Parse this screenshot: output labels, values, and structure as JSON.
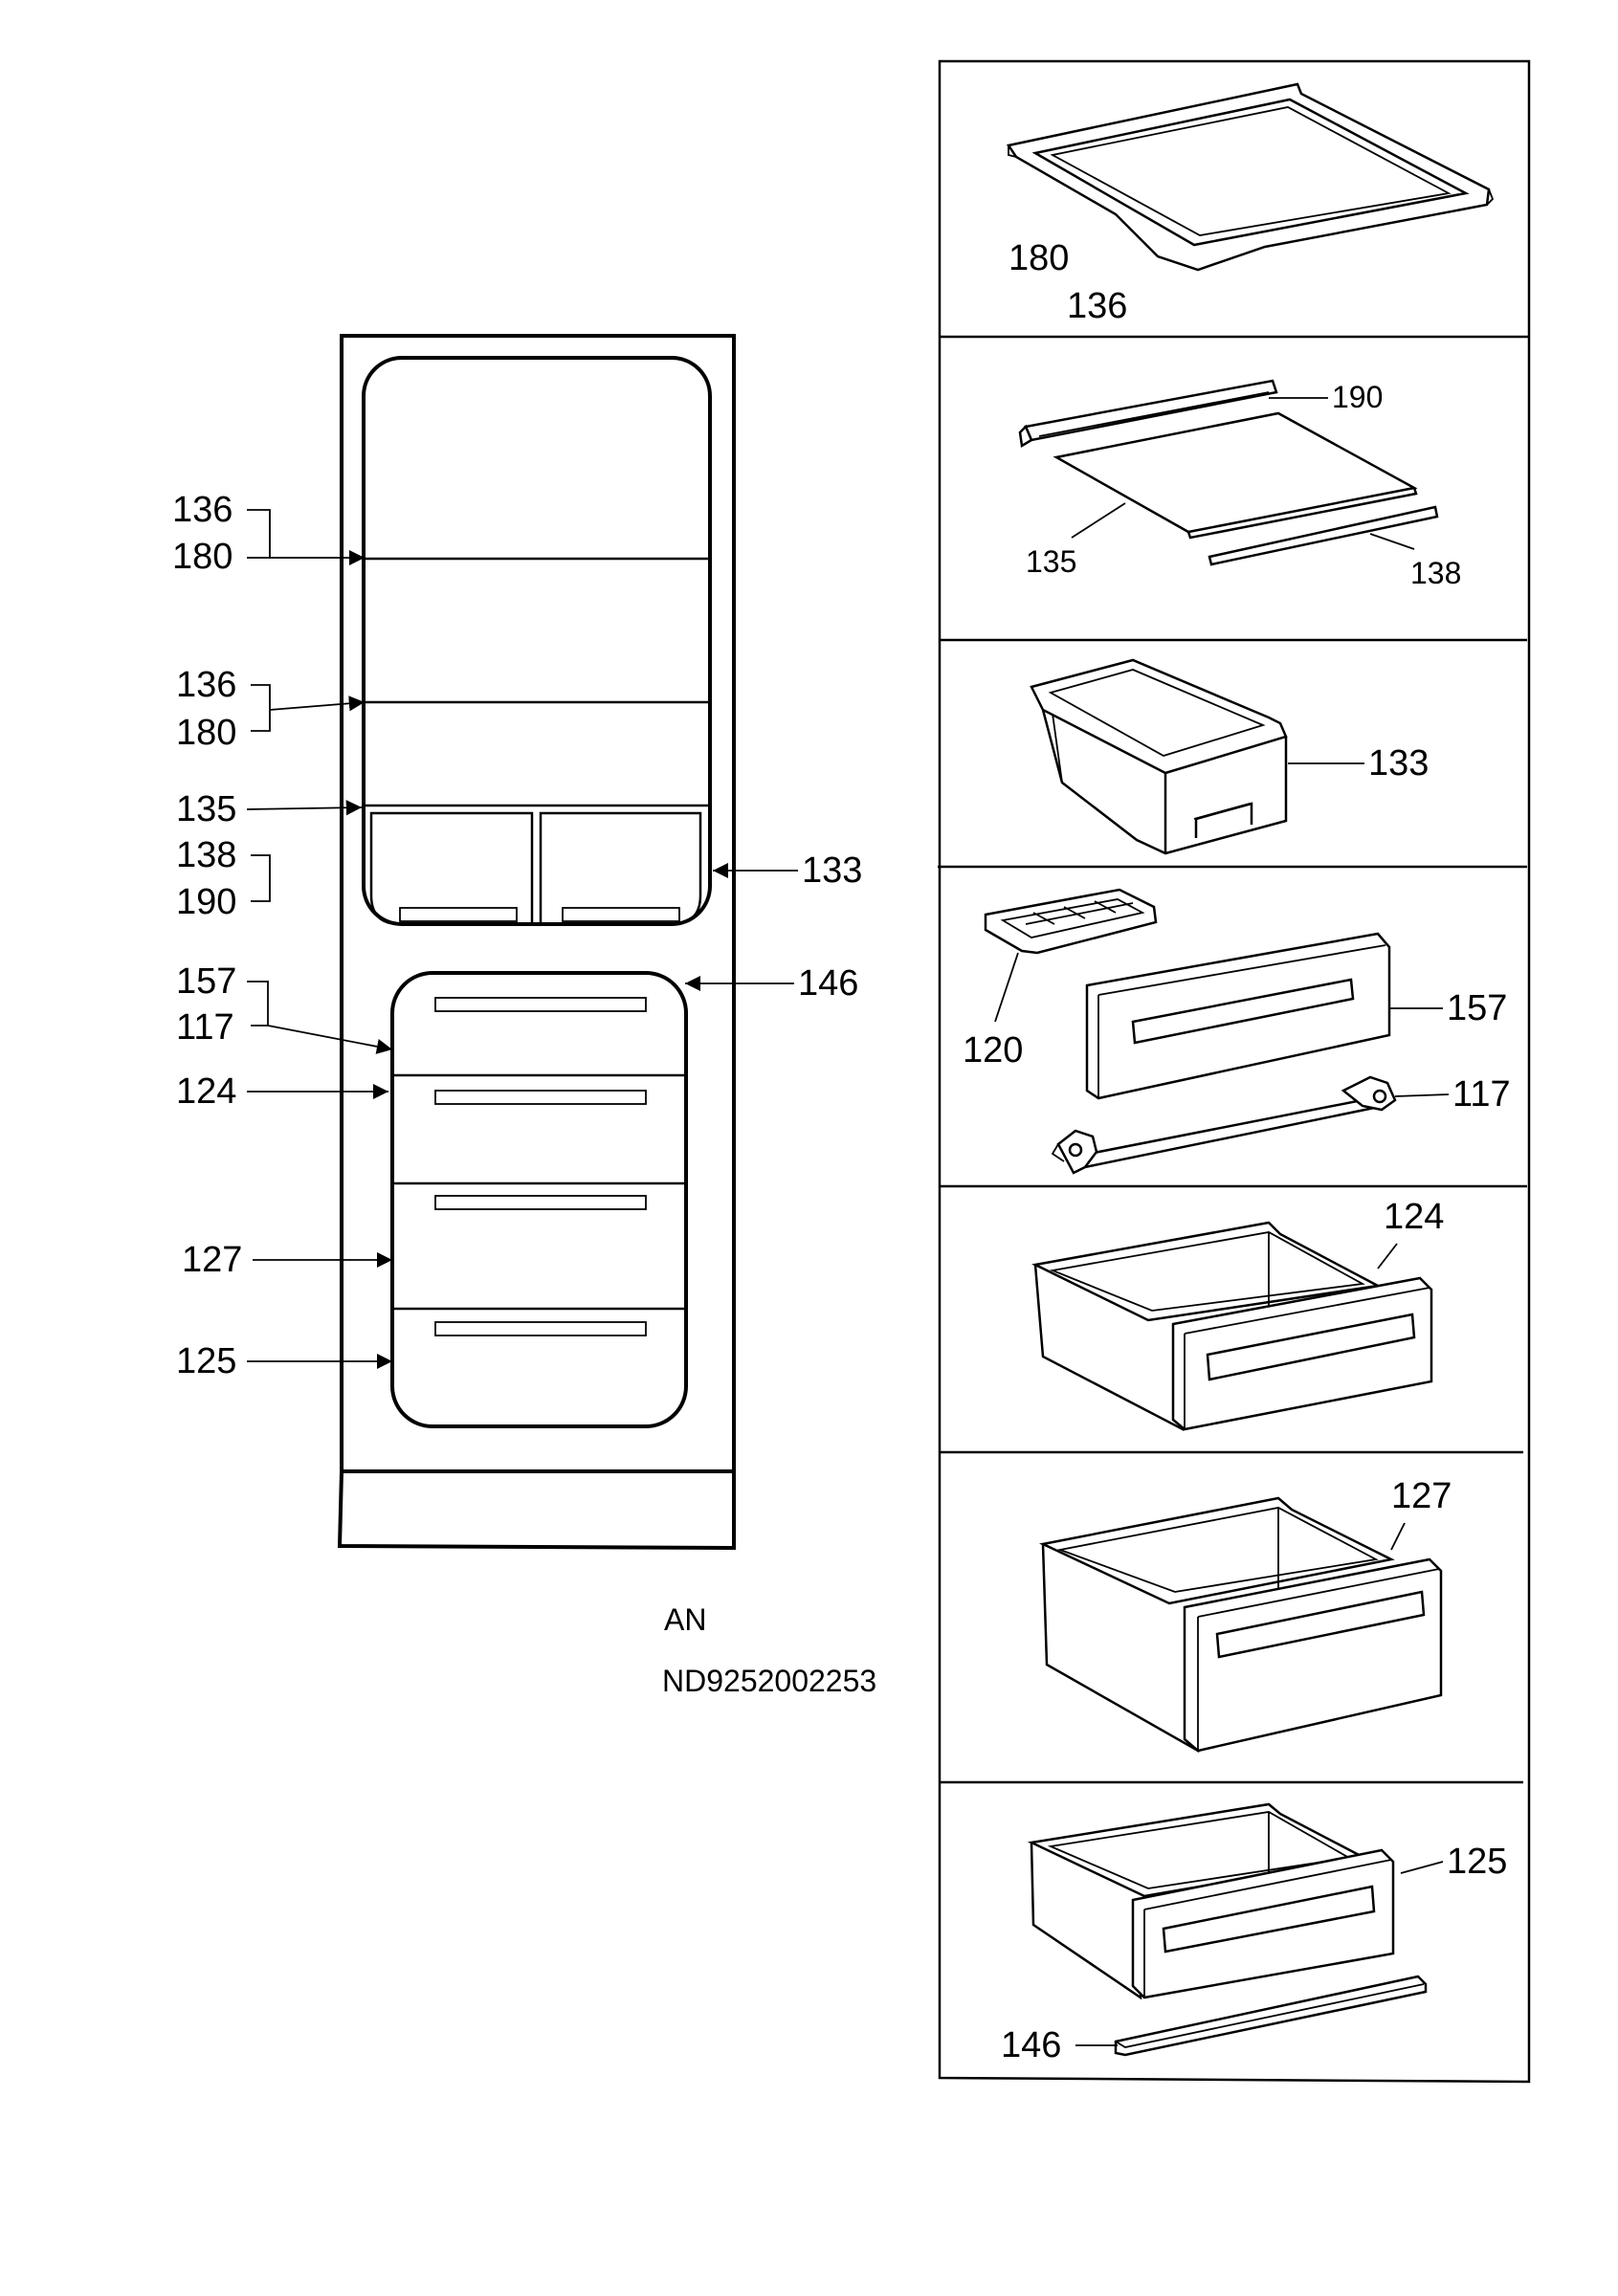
{
  "left_labels": {
    "l136a": "136",
    "l180a": "180",
    "l136b": "136",
    "l180b": "180",
    "l135": "135",
    "l138": "138",
    "l190": "190",
    "l133": "133",
    "l157": "157",
    "l117": "117",
    "l146": "146",
    "l124": "124",
    "l127": "127",
    "l125": "125"
  },
  "footer": {
    "an": "AN",
    "code": "ND9252002253"
  },
  "panels": {
    "p1": {
      "a": "180",
      "b": "136"
    },
    "p2": {
      "a": "190",
      "b": "135",
      "c": "138"
    },
    "p3": {
      "a": "133"
    },
    "p4": {
      "a": "120",
      "b": "157",
      "c": "117"
    },
    "p5": {
      "a": "124"
    },
    "p6": {
      "a": "127"
    },
    "p7": {
      "a": "125",
      "b": "146"
    }
  }
}
